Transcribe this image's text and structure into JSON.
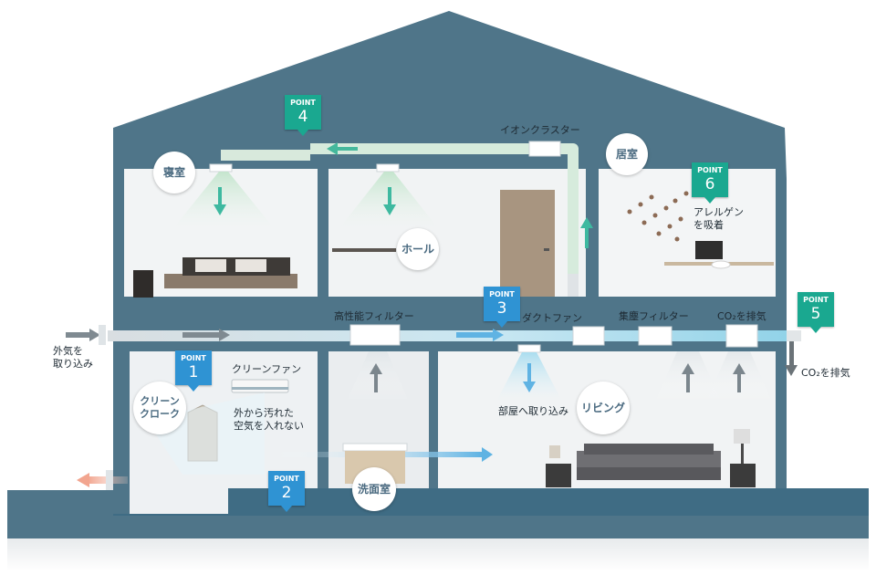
{
  "colors": {
    "house": "#4f7589",
    "ground": "#3f6c84",
    "point_teal": "#1aa890",
    "point_blue": "#2f93d3",
    "fresh_air": "#8fd2e8",
    "clean_air": "#cfe8d3",
    "exhaust": "#f2b3a3"
  },
  "rooms": {
    "bedroom": "寝室",
    "hall": "ホール",
    "living_room": "居室",
    "clean_cloak": "クリーン\nクローク",
    "washroom": "洗面室",
    "living": "リビング"
  },
  "labels": {
    "ion_cluster": "イオンクラスター",
    "hepa_filter": "高性能フィルター",
    "duct_fan": "ダクトファン",
    "dust_filter": "集塵フィルター",
    "co2_exhaust_inside": "CO₂を排気",
    "co2_exhaust_outside": "CO₂を排気",
    "outdoor_intake": "外気を\n取り込み",
    "clean_fan": "クリーンファン",
    "no_dirty_air": "外から汚れた\n空気を入れない",
    "into_room": "部屋へ取り込み",
    "allergen": "アレルゲン\nを吸着"
  },
  "points": [
    {
      "word": "POINT",
      "num": "1",
      "kind": "blue"
    },
    {
      "word": "POINT",
      "num": "2",
      "kind": "blue"
    },
    {
      "word": "POINT",
      "num": "3",
      "kind": "blue"
    },
    {
      "word": "POINT",
      "num": "4",
      "kind": "teal"
    },
    {
      "word": "POINT",
      "num": "5",
      "kind": "teal"
    },
    {
      "word": "POINT",
      "num": "6",
      "kind": "teal"
    }
  ]
}
